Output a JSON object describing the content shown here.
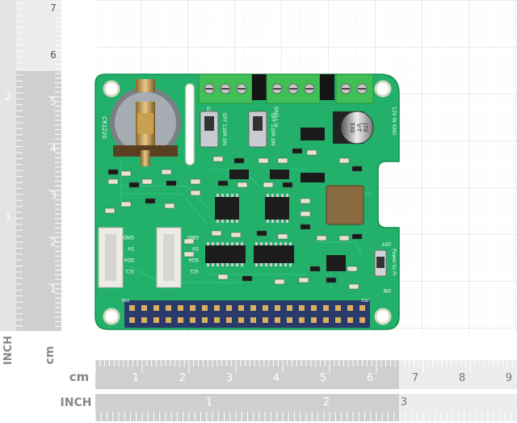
{
  "left_ruler": {
    "cm_numbers": [
      "7",
      "6",
      "5",
      "4",
      "3",
      "2",
      "1"
    ],
    "inch_numbers": [
      "2",
      "1"
    ],
    "cm_unit": "cm",
    "inch_unit": "INCH"
  },
  "bottom_ruler": {
    "cm_unit": "cm",
    "cm_numbers": [
      "1",
      "2",
      "3",
      "4",
      "5",
      "6",
      "7",
      "8",
      "9"
    ],
    "inch_unit": "INCH",
    "inch_numbers": [
      "1",
      "2",
      "3"
    ]
  },
  "board": {
    "battery_label": "CR1220",
    "switch1_label": "OFF 120R ON",
    "switch2_label": "OFF 120R ON",
    "can1_label": "GND L H",
    "can2_label": "GND L H",
    "power_in_label": "12V IN GND",
    "capacitor_top": "330",
    "capacitor_mid": "V-T",
    "capacitor_bottom": "J70",
    "i2c1_pins": [
      "GND",
      "5V",
      "SDA",
      "SCL"
    ],
    "i2c2_pins": [
      "GND",
      "5V",
      "SDA",
      "SCL"
    ],
    "power_switch_off": "OFF",
    "power_switch_label": "Power to Pi",
    "power_switch_on": "ON",
    "header_pin1": "P00",
    "header_pin2": "P01"
  },
  "colors": {
    "pcb": "#22b06a",
    "terminal": "#3fbf55",
    "header": "#2a3a6a",
    "grid": "#dddddd",
    "ruler": "#c8c8c8"
  }
}
